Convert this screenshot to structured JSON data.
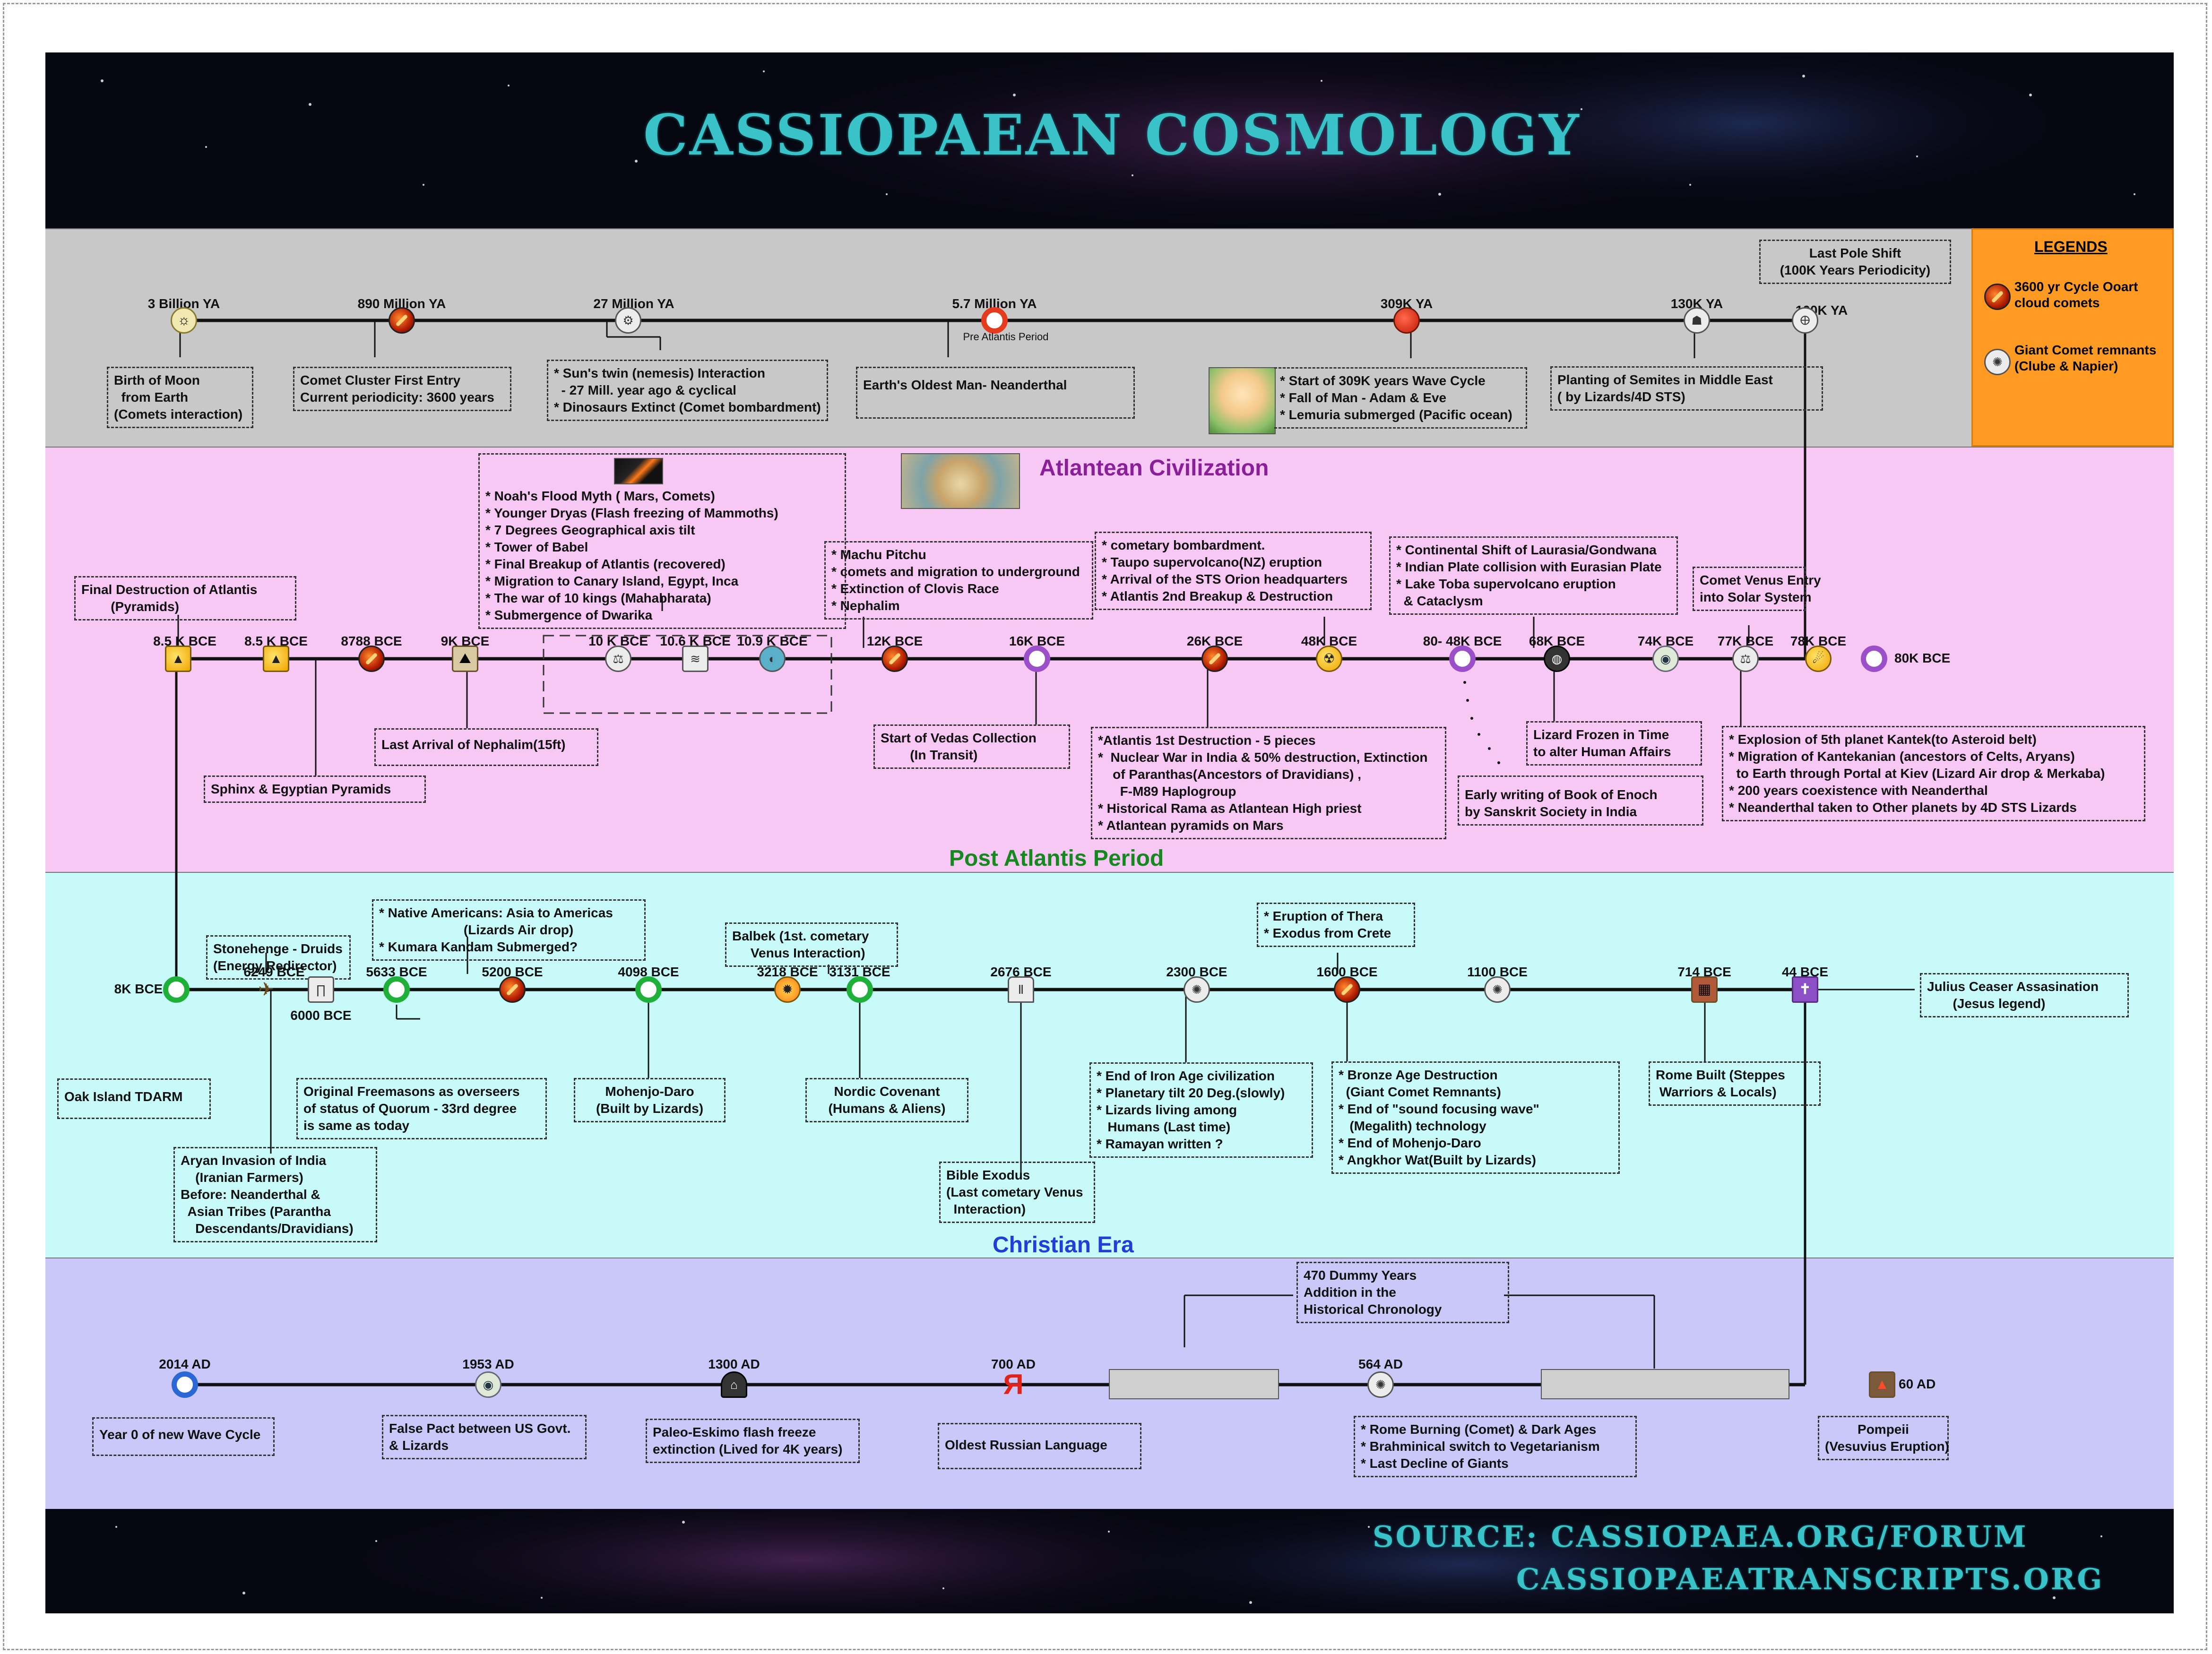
{
  "title": "CASSIOPAEAN COSMOLOGY",
  "sections": {
    "atlantean": "Atlantean Civilization",
    "post_atlantis": "Post Atlantis Period",
    "christian": "Christian Era"
  },
  "colors": {
    "atlantean": "#8a1f9a",
    "post_atlantis": "#15881f",
    "christian": "#1f3fd6",
    "accent": "#39c3c8",
    "legend_bg": "#ff9a22"
  },
  "legend": {
    "title": "LEGENDS",
    "item1": "3600 yr Cycle Ooart\ncloud comets",
    "item2": "Giant Comet remnants\n(Clube & Napier)",
    "icon1": "comet-icon",
    "icon2": "comet-remnant-icon"
  },
  "source": {
    "line1": "SOURCE: CASSIOPAEA.ORG/FORUM",
    "line2": "CASSIOPAEATRANSCRIPTS.ORG"
  },
  "row1": {
    "labels": {
      "moon": "3 Billion YA",
      "cluster": "890 Million YA",
      "twin": "27 Million YA",
      "oldest": "5.7 Million YA",
      "wave": "309K YA",
      "semites": "130K YA",
      "pole": "100K YA"
    },
    "pre_text": "Pre Atlantis Period",
    "boxes": {
      "moon": "Birth of Moon\n  from Earth\n(Comets interaction)",
      "cluster": "Comet Cluster First Entry\nCurrent periodicity: 3600 years",
      "twin": "* Sun's twin (nemesis) Interaction\n  - 27 Mill. year ago & cyclical\n* Dinosaurs Extinct (Comet bombardment)",
      "oldest": "Earth's Oldest Man- Neanderthal",
      "wave": "* Start of 309K years Wave Cycle\n* Fall of Man - Adam & Eve\n* Lemuria submerged (Pacific ocean)",
      "semites": "Planting of Semites in Middle East\n( by Lizards/4D STS)",
      "pole": "Last Pole Shift\n(100K Years Periodicity)"
    }
  },
  "row2": {
    "labels": {
      "a85": "8.5 K BCE",
      "b85": "8.5 K BCE",
      "c8788": "8788 BCE",
      "d9k": "9K BCE",
      "e10k": "10 K BCE",
      "f106": "10.6 K BCE",
      "g109": "10.9 K BCE",
      "h12k": "12K BCE",
      "i16k": "16K BCE",
      "j26k": "26K BCE",
      "k48k": "48K BCE",
      "l80": "80- 48K BCE",
      "m68k": "68K BCE",
      "n74k": "74K BCE",
      "o77k": "77K BCE",
      "p78k": "78K BCE",
      "q80k": "80K BCE"
    },
    "boxes": {
      "final": "Final Destruction of Atlantis\n        (Pyramids)",
      "noah": "* Noah's Flood Myth ( Mars, Comets)\n* Younger Dryas (Flash freezing of Mammoths)\n* 7 Degrees Geographical axis tilt\n* Tower of Babel\n* Final Breakup of Atlantis (recovered)\n* Migration to Canary Island, Egypt, Inca\n* The war of 10 kings (Mahabharata)\n* Submergence of Dwarika",
      "machu": "* Machu Pitchu\n* comets and migration to underground\n* Extinction of Clovis Race\n* Nephalim",
      "taupo": "* cometary bombardment.\n* Taupo supervolcano(NZ) eruption\n* Arrival of the STS Orion headquarters\n* Atlantis 2nd Breakup & Destruction",
      "laurasia": "* Continental Shift of Laurasia/Gondwana\n* Indian Plate collision with Eurasian Plate\n* Lake Toba supervolcano eruption\n  & Cataclysm",
      "venus": "Comet Venus Entry\ninto Solar System",
      "sphinx": "Sphinx & Egyptian Pyramids",
      "nephalim": "Last Arrival of Nephalim(15ft)",
      "vedas": "Start of Vedas Collection\n        (In Transit)",
      "first_destr": "*Atlantis 1st Destruction - 5 pieces\n*  Nuclear War in India & 50% destruction, Extinction\n    of Paranthas(Ancestors of Dravidians) ,\n      F-M89 Haplogroup\n* Historical Rama as Atlantean High priest\n* Atlantean pyramids on Mars",
      "enoch": "Early writing of Book of Enoch\nby Sanskrit Society in India",
      "lizard": "Lizard Frozen in Time\nto alter Human Affairs",
      "kantek": "* Explosion of 5th planet Kantek(to Asteroid belt)\n* Migration of Kantekanian (ancestors of Celts, Aryans)\n  to Earth through Portal at Kiev (Lizard Air drop & Merkaba)\n* 200 years coexistence with Neanderthal\n* Neanderthal taken to Other planets by 4D STS Lizards"
    }
  },
  "row3": {
    "labels": {
      "a8k": "8K BCE",
      "b6249": "6249 BCE",
      "c6000": "6000 BCE",
      "d5633": "5633 BCE",
      "e5200": "5200 BCE",
      "f4098": "4098 BCE",
      "g3218": "3218 BCE",
      "h3131": "3131 BCE",
      "i2676": "2676 BCE",
      "j2300": "2300 BCE",
      "k1600": "1600 BCE",
      "l1100": "1100 BCE",
      "m714": "714 BCE",
      "n44": "44 BCE"
    },
    "boxes": {
      "stonehenge": "Stonehenge - Druids\n(Energy Redirector)",
      "native": "* Native Americans: Asia to Americas\n                       (Lizards Air drop)\n* Kumara Kandam Submerged?",
      "balbek": "Balbek (1st. cometary\n     Venus Interaction)",
      "thera": "* Eruption of Thera\n* Exodus from Crete",
      "oak": "Oak Island TDARM",
      "freemasons": "Original Freemasons as overseers\nof status of Quorum - 33rd degree\nis same as today",
      "mohenjo": "Mohenjo-Daro\n(Built by Lizards)",
      "nordic": "Nordic Covenant\n(Humans & Aliens)",
      "aryan": "Aryan Invasion of India\n    (Iranian Farmers)\nBefore: Neanderthal &\n  Asian Tribes (Parantha\n    Descendants/Dravidians)",
      "exodus": "Bible Exodus\n(Last cometary Venus\n  Interaction)",
      "iron": "* End of Iron Age civilization\n* Planetary tilt 20 Deg.(slowly)\n* Lizards living among\n   Humans (Last time)\n* Ramayan written ?",
      "bronze": "* Bronze Age Destruction\n  (Giant Comet Remnants)\n* End of \"sound focusing wave\"\n   (Megalith) technology\n* End of Mohenjo-Daro\n* Angkhor Wat(Built by Lizards)",
      "rome": "Rome Built (Steppes\n Warriors & Locals)",
      "julius": "Julius Ceaser Assasination\n       (Jesus legend)"
    }
  },
  "row4": {
    "labels": {
      "a2014": "2014 AD",
      "b1953": "1953 AD",
      "c1300": "1300 AD",
      "d700": "700 AD",
      "e564": "564 AD",
      "f60": "60 AD"
    },
    "boxes": {
      "dummy": "470 Dummy Years\nAddition in the\nHistorical Chronology",
      "year0": "Year 0 of new Wave Cycle",
      "pact": "False Pact between US Govt.\n& Lizards",
      "eskimo": "Paleo-Eskimo flash freeze\nextinction (Lived for 4K years)",
      "russian": "Oldest Russian Language",
      "rome": "* Rome Burning (Comet) & Dark Ages\n* Brahminical switch to Vegetarianism\n* Last Decline of Giants",
      "pompeii": "Pompeii\n(Vesuvius Eruption)"
    }
  },
  "icons": {
    "moon": "moon-icon",
    "comet": "comet-icon",
    "gear": "gear-icon",
    "apple": "apple-icon",
    "people": "people-icon",
    "globe": "globe-icon",
    "alien": "alien-icon",
    "tablet": "tablet-icon",
    "cross": "cross-icon",
    "igloo": "igloo-icon",
    "volcano": "volcano-icon",
    "radiation": "radiation-icon",
    "ya_letter": "Я"
  }
}
